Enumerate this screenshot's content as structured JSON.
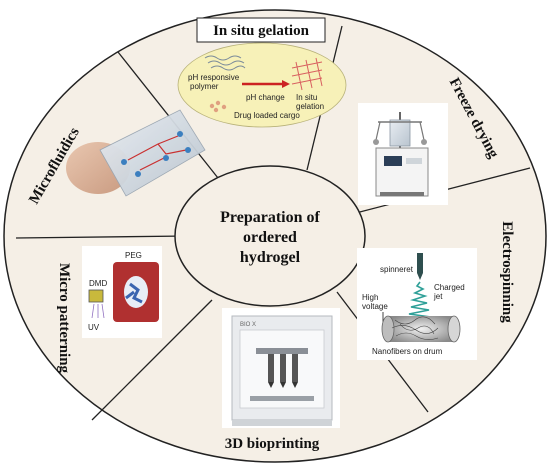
{
  "center": {
    "line1": "Preparation of",
    "line2": "ordered",
    "line3": "hydrogel"
  },
  "segments": {
    "in_situ": {
      "title": "In situ gelation",
      "labels": {
        "polymer_line1": "pH responsive",
        "polymer_line2": "polymer",
        "ph_change": "pH change",
        "gel_line1": "In situ",
        "gel_line2": "gelation",
        "drug": "Drug loaded cargo"
      }
    },
    "freeze": {
      "title": "Freeze drying"
    },
    "electro": {
      "title": "Electrospinning",
      "labels": {
        "spinneret": "spinneret",
        "high_line1": "High",
        "high_line2": "voltage",
        "charged_line1": "Charged",
        "charged_line2": "jet",
        "drum": "Nanofibers on drum"
      }
    },
    "bioprint": {
      "title": "3D bioprinting",
      "printer_label": "BIO X"
    },
    "micropat": {
      "title": "Micro patterning",
      "labels": {
        "peg": "PEG",
        "dmd": "DMD",
        "uv": "UV"
      }
    },
    "microfl": {
      "title": "Microfluidics"
    }
  },
  "colors": {
    "disc_fill": "#f5efe6",
    "center_fill": "#f5efe6",
    "outline": "#222222",
    "ellipse_fill": "#f7f1b8",
    "arrow_red": "#cc2222"
  }
}
